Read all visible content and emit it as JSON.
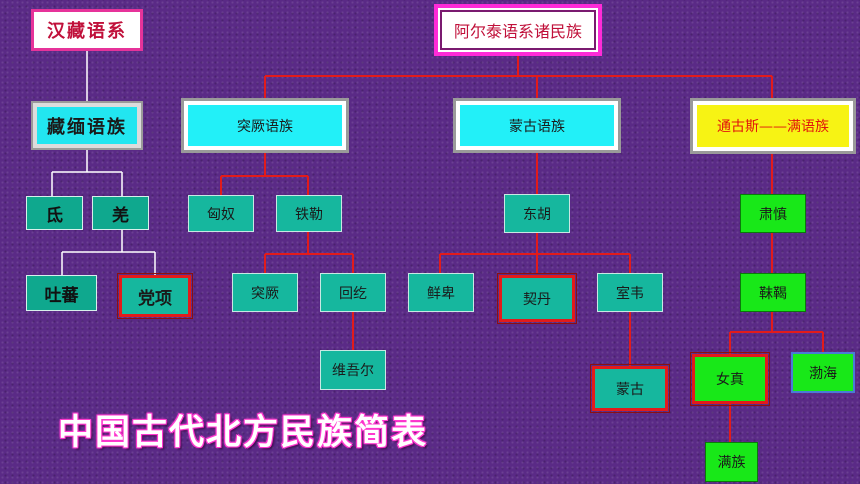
{
  "colors": {
    "background": "#5a2a86",
    "connector_red": "#e21b1b",
    "connector_white": "#ffffff",
    "node_teal": "#16b79e",
    "node_lime": "#18e818",
    "node_cyan": "#22f0f8",
    "node_yellow": "#f7f314"
  },
  "nodes": {
    "hanzang": "汉藏语系",
    "zangmian": "藏缅语族",
    "di": "氐",
    "qiang": "羌",
    "tubo": "吐蕃",
    "dangxiang": "党项",
    "altai": "阿尔泰语系诸民族",
    "tujue_family": "突厥语族",
    "menggu_family": "蒙古语族",
    "tonggusi_family": "通古斯——满语族",
    "xiongnu": "匈奴",
    "tiele": "铁勒",
    "tujue": "突厥",
    "huihe": "回纥",
    "weiwuer": "维吾尔",
    "donghu": "东胡",
    "xianbei": "鲜卑",
    "qidan": "契丹",
    "shiwei": "室韦",
    "menggu": "蒙古",
    "sushen": "肃慎",
    "mohe": "靺鞨",
    "nvzhen": "女真",
    "bohai": "渤海",
    "manzu": "满族"
  },
  "caption": "中国古代北方民族简表"
}
